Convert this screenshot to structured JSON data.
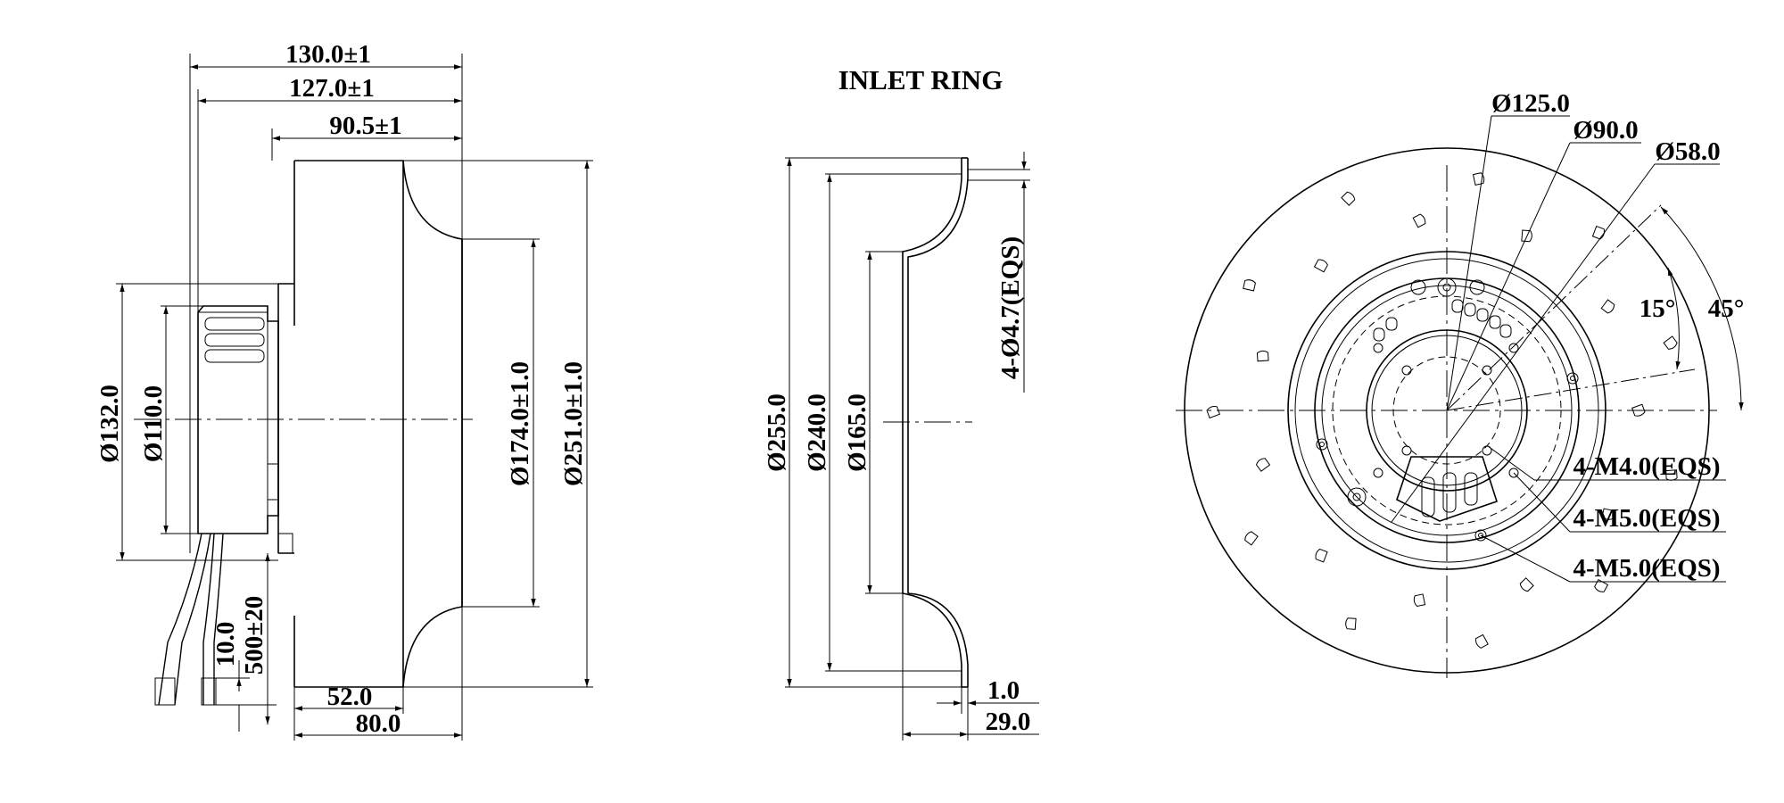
{
  "side_view": {
    "dims": {
      "overall_width": "130.0±1",
      "housing_width": "127.0±1",
      "impeller_width": "90.5±1",
      "flange_dia": "Ø132.0",
      "motor_dia": "Ø110.0",
      "inlet_dia": "Ø174.0±1.0",
      "impeller_dia": "Ø251.0±1.0",
      "lead_length": "500±20",
      "strip_length": "10.0",
      "depth_52": "52.0",
      "depth_80": "80.0"
    }
  },
  "inlet_ring": {
    "title": "INLET RING",
    "dims": {
      "outer_dia": "Ø255.0",
      "mount_dia": "Ø240.0",
      "throat_dia": "Ø165.0",
      "holes": "4-Ø4.7(EQS)",
      "thickness": "1.0",
      "height": "29.0"
    }
  },
  "front_view": {
    "dims": {
      "pcd_125": "Ø125.0",
      "pcd_90": "Ø90.0",
      "pcd_58": "Ø58.0",
      "angle_15": "15°",
      "angle_45": "45°",
      "thread_m4": "4-M4.0(EQS)",
      "thread_m5_a": "4-M5.0(EQS)",
      "thread_m5_b": "4-M5.0(EQS)"
    }
  }
}
